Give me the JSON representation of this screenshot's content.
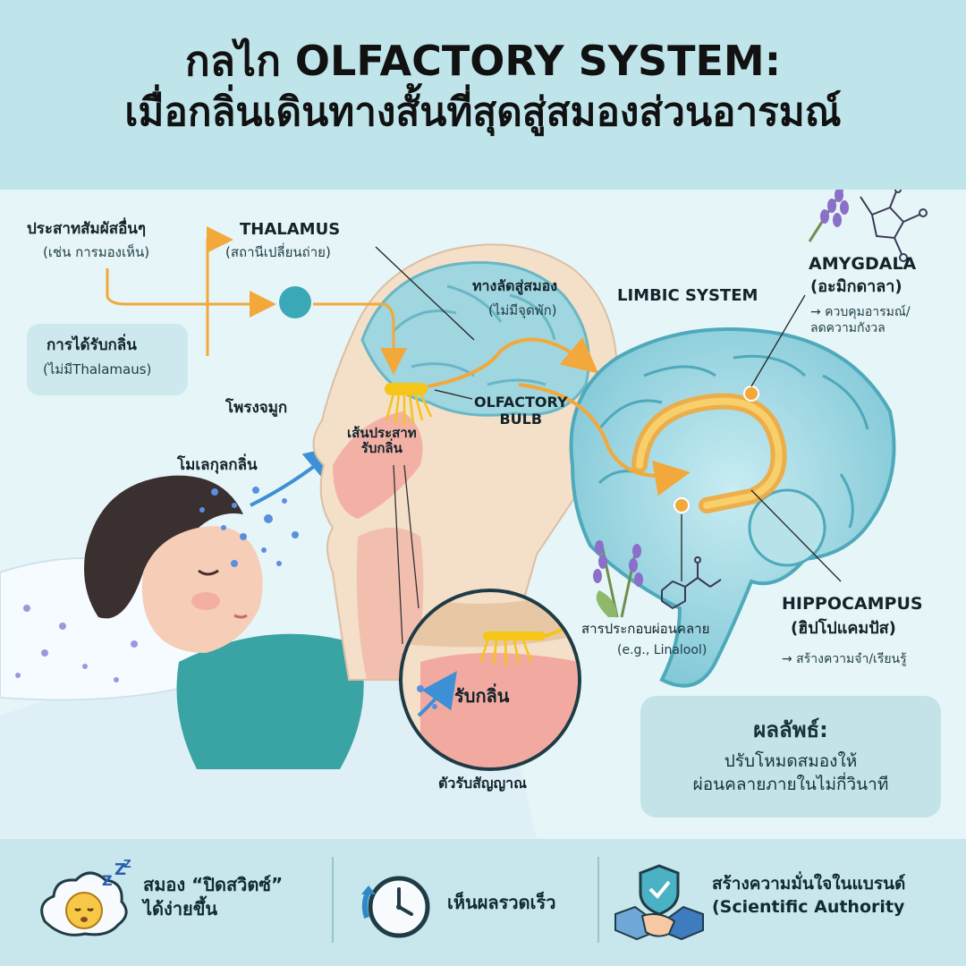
{
  "title": {
    "line1": "กลไก OLFACTORY SYSTEM:",
    "line2": "เมื่อกลิ่นเดินทางสั้นที่สุดสู่สมองส่วนอารมณ์"
  },
  "left_panel": {
    "other_senses": "ประสาทสัมผัสอื่นๆ",
    "other_senses_example": "(เช่น การมองเห็น)",
    "smell_path": "การได้รับกลิ่น",
    "smell_path_note": "(ไม่มีThalamaus)"
  },
  "thalamus": {
    "name": "THALAMUS",
    "desc": "(สถานีเปลี่ยนถ่าย)"
  },
  "shortcut": {
    "label": "ทางลัดสู่สมอง",
    "note": "(ไม่มีจุดพัก)"
  },
  "anatomy": {
    "nasal_cavity": "โพรงจมูก",
    "olfactory_nerve": "เส้นประสาท\nรับกลิ่น",
    "odor_molecules": "โมเลกุลกลิ่น",
    "olfactory_bulb": "OLFACTORY\nBULB",
    "zoom_smell": "รับกลิ่น",
    "zoom_receptor": "ตัวรับสัญญาณ"
  },
  "brain": {
    "limbic": "LIMBIC SYSTEM",
    "amygdala": "AMYGDALA",
    "amygdala_th": "(อะมิกดาลา)",
    "amygdala_fn": "→ ควบคุมอารมณ์/\nลดความกังวล",
    "hippocampus": "HIPPOCAMPUS",
    "hippocampus_th": "(ฮิปโปแคมปัส)",
    "hippocampus_fn": "→ สร้างความจำ/เรียนรู้",
    "compound": "สารประกอบผ่อนคลาย",
    "compound_example": "(e.g., Linalool)"
  },
  "result": {
    "title": "ผลลัพธ์:",
    "body": "ปรับโหมดสมองให้\nผ่อนคลายภายในไม่กี่วินาที"
  },
  "footer": {
    "items": [
      {
        "text": "สมอง “ปิดสวิตซ์”\nได้ง่ายขึ้น",
        "icon": "sleeping-face-icon"
      },
      {
        "text": "เห็นผลรวดเร็ว",
        "icon": "clock-icon"
      },
      {
        "text": "สร้างความมั่นใจในแบรนด์\n(Scientific Authority",
        "icon": "handshake-shield-icon"
      }
    ]
  },
  "colors": {
    "header_bg": "#bfe5ea",
    "pathway": "#f2a83a",
    "neuron": "#f5c518",
    "brain": "#8fd0dd",
    "skin": "#f6c9b1",
    "lavender": "#8b6fc9"
  }
}
